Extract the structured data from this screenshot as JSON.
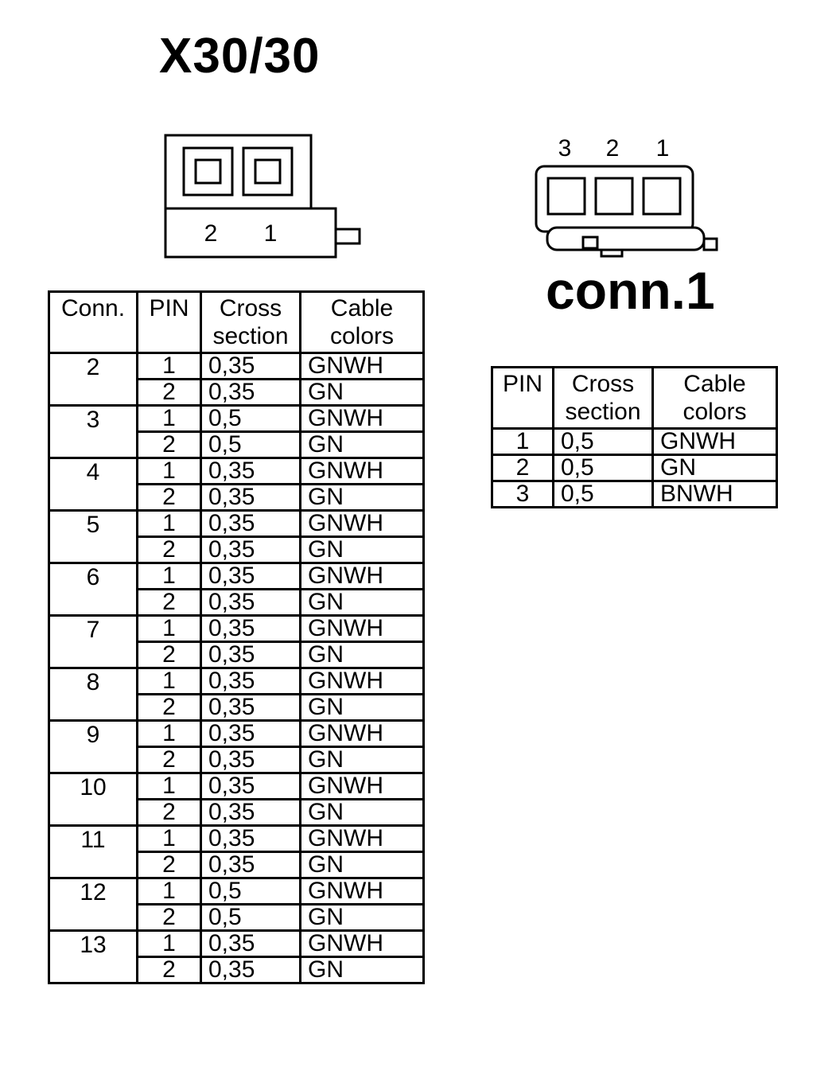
{
  "x30": {
    "title": "X30/30",
    "pin_labels": [
      "2",
      "1"
    ],
    "table": {
      "headers": {
        "conn": "Conn.",
        "pin": "PIN",
        "cross": [
          "Cross",
          "section"
        ],
        "colors": [
          "Cable",
          "colors"
        ]
      },
      "rows": [
        {
          "conn": "2",
          "pins": [
            {
              "pin": "1",
              "cross": "0,35",
              "color": "GNWH"
            },
            {
              "pin": "2",
              "cross": "0,35",
              "color": "GN"
            }
          ]
        },
        {
          "conn": "3",
          "pins": [
            {
              "pin": "1",
              "cross": "0,5",
              "color": "GNWH"
            },
            {
              "pin": "2",
              "cross": "0,5",
              "color": "GN"
            }
          ]
        },
        {
          "conn": "4",
          "pins": [
            {
              "pin": "1",
              "cross": "0,35",
              "color": "GNWH"
            },
            {
              "pin": "2",
              "cross": "0,35",
              "color": "GN"
            }
          ]
        },
        {
          "conn": "5",
          "pins": [
            {
              "pin": "1",
              "cross": "0,35",
              "color": "GNWH"
            },
            {
              "pin": "2",
              "cross": "0,35",
              "color": "GN"
            }
          ]
        },
        {
          "conn": "6",
          "pins": [
            {
              "pin": "1",
              "cross": "0,35",
              "color": "GNWH"
            },
            {
              "pin": "2",
              "cross": "0,35",
              "color": "GN"
            }
          ]
        },
        {
          "conn": "7",
          "pins": [
            {
              "pin": "1",
              "cross": "0,35",
              "color": "GNWH"
            },
            {
              "pin": "2",
              "cross": "0,35",
              "color": "GN"
            }
          ]
        },
        {
          "conn": "8",
          "pins": [
            {
              "pin": "1",
              "cross": "0,35",
              "color": "GNWH"
            },
            {
              "pin": "2",
              "cross": "0,35",
              "color": "GN"
            }
          ]
        },
        {
          "conn": "9",
          "pins": [
            {
              "pin": "1",
              "cross": "0,35",
              "color": "GNWH"
            },
            {
              "pin": "2",
              "cross": "0,35",
              "color": "GN"
            }
          ]
        },
        {
          "conn": "10",
          "pins": [
            {
              "pin": "1",
              "cross": "0,35",
              "color": "GNWH"
            },
            {
              "pin": "2",
              "cross": "0,35",
              "color": "GN"
            }
          ]
        },
        {
          "conn": "11",
          "pins": [
            {
              "pin": "1",
              "cross": "0,35",
              "color": "GNWH"
            },
            {
              "pin": "2",
              "cross": "0,35",
              "color": "GN"
            }
          ]
        },
        {
          "conn": "12",
          "pins": [
            {
              "pin": "1",
              "cross": "0,5",
              "color": "GNWH"
            },
            {
              "pin": "2",
              "cross": "0,5",
              "color": "GN"
            }
          ]
        },
        {
          "conn": "13",
          "pins": [
            {
              "pin": "1",
              "cross": "0,35",
              "color": "GNWH"
            },
            {
              "pin": "2",
              "cross": "0,35",
              "color": "GN"
            }
          ]
        }
      ]
    }
  },
  "conn1": {
    "title": "conn.1",
    "pin_labels": [
      "3",
      "2",
      "1"
    ],
    "table": {
      "headers": {
        "pin": "PIN",
        "cross": [
          "Cross",
          "section"
        ],
        "colors": [
          "Cable",
          "colors"
        ]
      },
      "rows": [
        {
          "pin": "1",
          "cross": "0,5",
          "color": "GNWH"
        },
        {
          "pin": "2",
          "cross": "0,5",
          "color": "GN"
        },
        {
          "pin": "3",
          "cross": "0,5",
          "color": "BNWH"
        }
      ]
    }
  },
  "colors": {
    "line": "#000000",
    "background": "#ffffff"
  }
}
